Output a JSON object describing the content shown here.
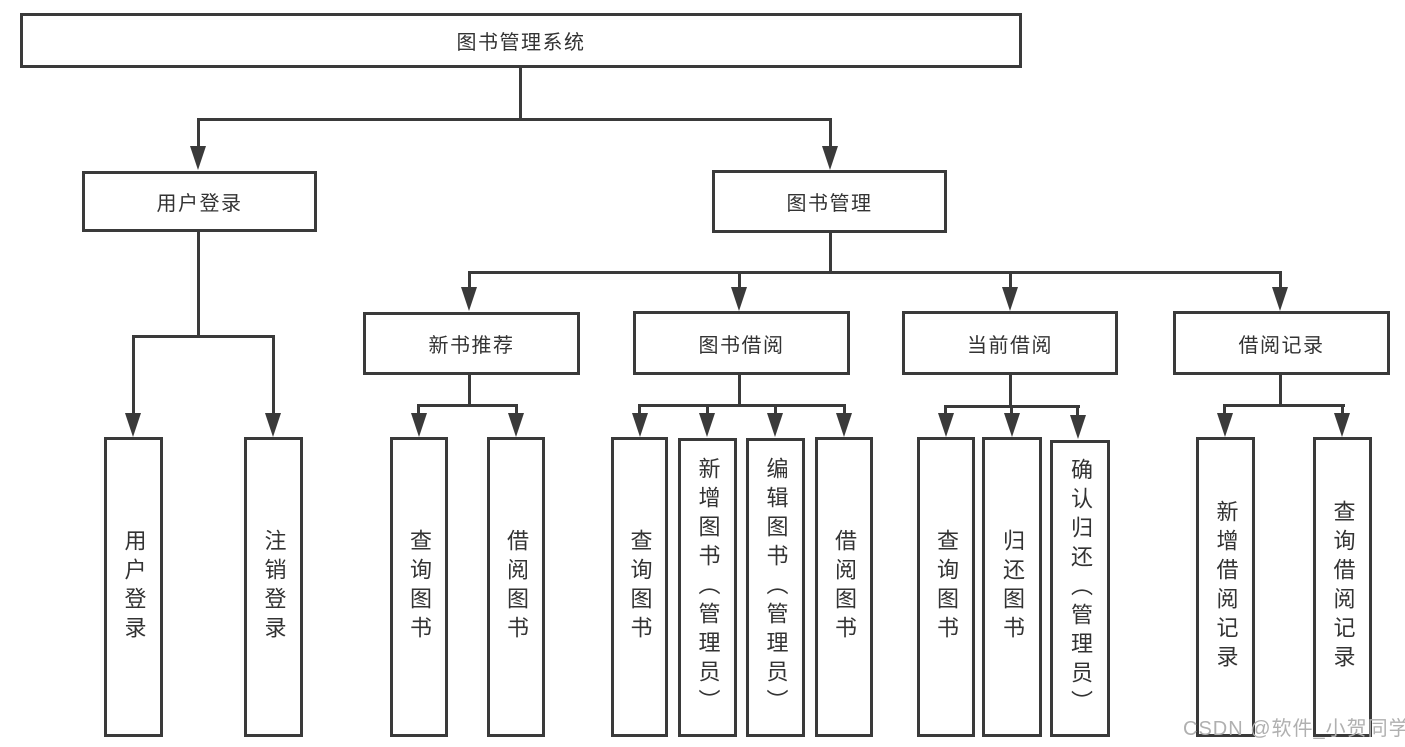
{
  "diagram": {
    "title": "图书管理系统",
    "nodes": {
      "root": {
        "label": "图书管理系统"
      },
      "user_login": {
        "label": "用户登录"
      },
      "book_mgmt": {
        "label": "图书管理"
      },
      "login": {
        "label": "用户登录"
      },
      "logout": {
        "label": "注销登录"
      },
      "new_book_rec": {
        "label": "新书推荐"
      },
      "book_borrow": {
        "label": "图书借阅"
      },
      "current_borrow": {
        "label": "当前借阅"
      },
      "borrow_records": {
        "label": "借阅记录"
      },
      "nb_query": {
        "label": "查询图书"
      },
      "nb_borrow": {
        "label": "借阅图书"
      },
      "bb_query": {
        "label": "查询图书"
      },
      "bb_add": {
        "label": "新增图书（管理员）"
      },
      "bb_edit": {
        "label": "编辑图书（管理员）"
      },
      "bb_borrow": {
        "label": "借阅图书"
      },
      "cb_query": {
        "label": "查询图书"
      },
      "cb_return": {
        "label": "归还图书"
      },
      "cb_confirm": {
        "label": "确认归还（管理员）"
      },
      "br_add": {
        "label": "新增借阅记录"
      },
      "br_query": {
        "label": "查询借阅记录"
      }
    },
    "tree": {
      "label": "图书管理系统",
      "children": [
        {
          "label": "用户登录",
          "children": [
            {
              "label": "用户登录"
            },
            {
              "label": "注销登录"
            }
          ]
        },
        {
          "label": "图书管理",
          "children": [
            {
              "label": "新书推荐",
              "children": [
                {
                  "label": "查询图书"
                },
                {
                  "label": "借阅图书"
                }
              ]
            },
            {
              "label": "图书借阅",
              "children": [
                {
                  "label": "查询图书"
                },
                {
                  "label": "新增图书（管理员）"
                },
                {
                  "label": "编辑图书（管理员）"
                },
                {
                  "label": "借阅图书"
                }
              ]
            },
            {
              "label": "当前借阅",
              "children": [
                {
                  "label": "查询图书"
                },
                {
                  "label": "归还图书"
                },
                {
                  "label": "确认归还（管理员）"
                }
              ]
            },
            {
              "label": "借阅记录",
              "children": [
                {
                  "label": "新增借阅记录"
                },
                {
                  "label": "查询借阅记录"
                }
              ]
            }
          ]
        }
      ]
    },
    "watermark": "CSDN @软件_小贺同学",
    "colors": {
      "line": "#3a3a3a",
      "box_border": "#3a3a3a",
      "text": "#333333",
      "watermark": "#b0b0b0",
      "background": "#ffffff"
    }
  }
}
